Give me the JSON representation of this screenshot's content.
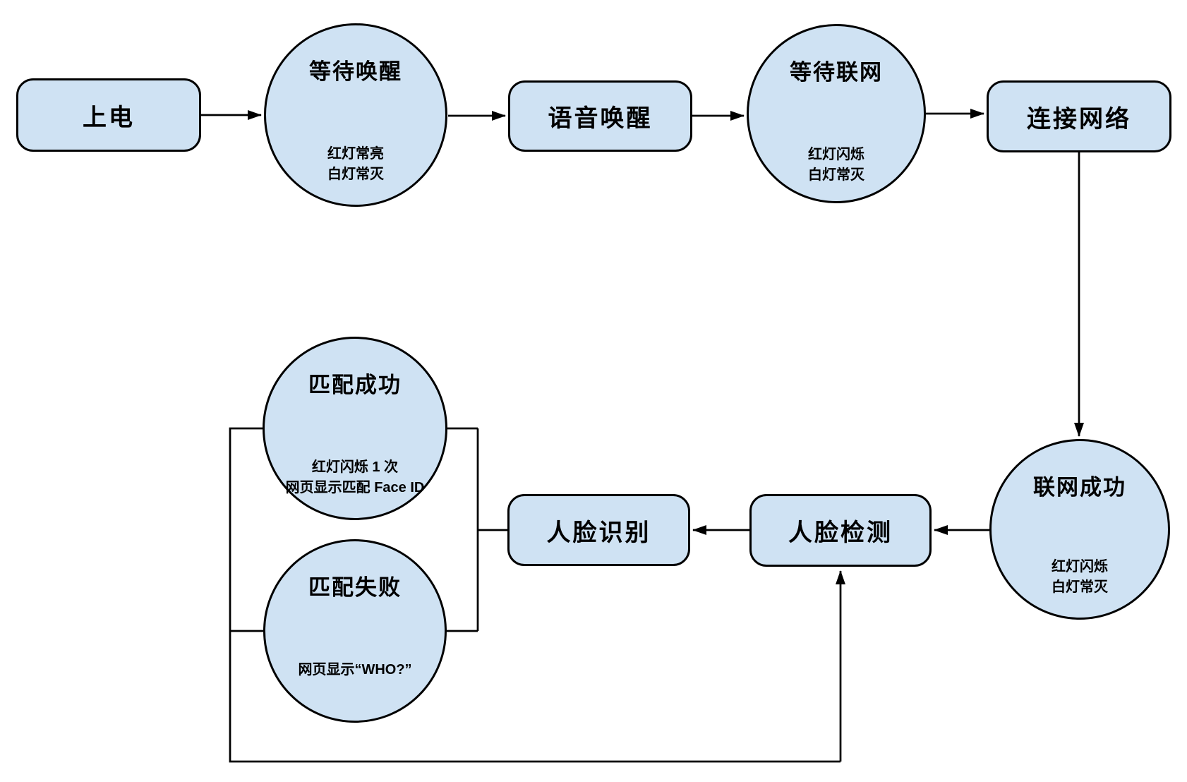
{
  "diagram": {
    "background": "#ffffff",
    "node_fill": "#cfe2f3",
    "node_border": "#000000",
    "edge_color": "#000000",
    "nodes": {
      "power_on": {
        "label": "上电"
      },
      "wait_wake": {
        "title": "等待唤醒",
        "sub1": "红灯常亮",
        "sub2": "白灯常灭"
      },
      "voice_wake": {
        "label": "语音唤醒"
      },
      "wait_network": {
        "title": "等待联网",
        "sub1": "红灯闪烁",
        "sub2": "白灯常灭"
      },
      "connect_network": {
        "label": "连接网络"
      },
      "network_success": {
        "title": "联网成功",
        "sub1": "红灯闪烁",
        "sub2": "白灯常灭"
      },
      "face_detect": {
        "label": "人脸检测"
      },
      "face_recognize": {
        "label": "人脸识别"
      },
      "match_success": {
        "title": "匹配成功",
        "sub1": "红灯闪烁 1 次",
        "sub2": "网页显示匹配 Face ID"
      },
      "match_fail": {
        "title": "匹配失败",
        "sub1": "网页显示“WHO?”"
      }
    },
    "edges": [
      {
        "from": "power_on",
        "to": "wait_wake",
        "arrow": true
      },
      {
        "from": "wait_wake",
        "to": "voice_wake",
        "arrow": true
      },
      {
        "from": "voice_wake",
        "to": "wait_network",
        "arrow": true
      },
      {
        "from": "wait_network",
        "to": "connect_network",
        "arrow": true
      },
      {
        "from": "connect_network",
        "to": "network_success",
        "arrow": true
      },
      {
        "from": "network_success",
        "to": "face_detect",
        "arrow": true
      },
      {
        "from": "face_detect",
        "to": "face_recognize",
        "arrow": true
      },
      {
        "from": "face_recognize",
        "to": "match_success",
        "arrow": false
      },
      {
        "from": "face_recognize",
        "to": "match_fail",
        "arrow": false
      },
      {
        "from": "match_success",
        "to": "face_detect",
        "arrow": true
      },
      {
        "from": "match_fail",
        "to": "face_detect",
        "arrow": true
      }
    ]
  }
}
